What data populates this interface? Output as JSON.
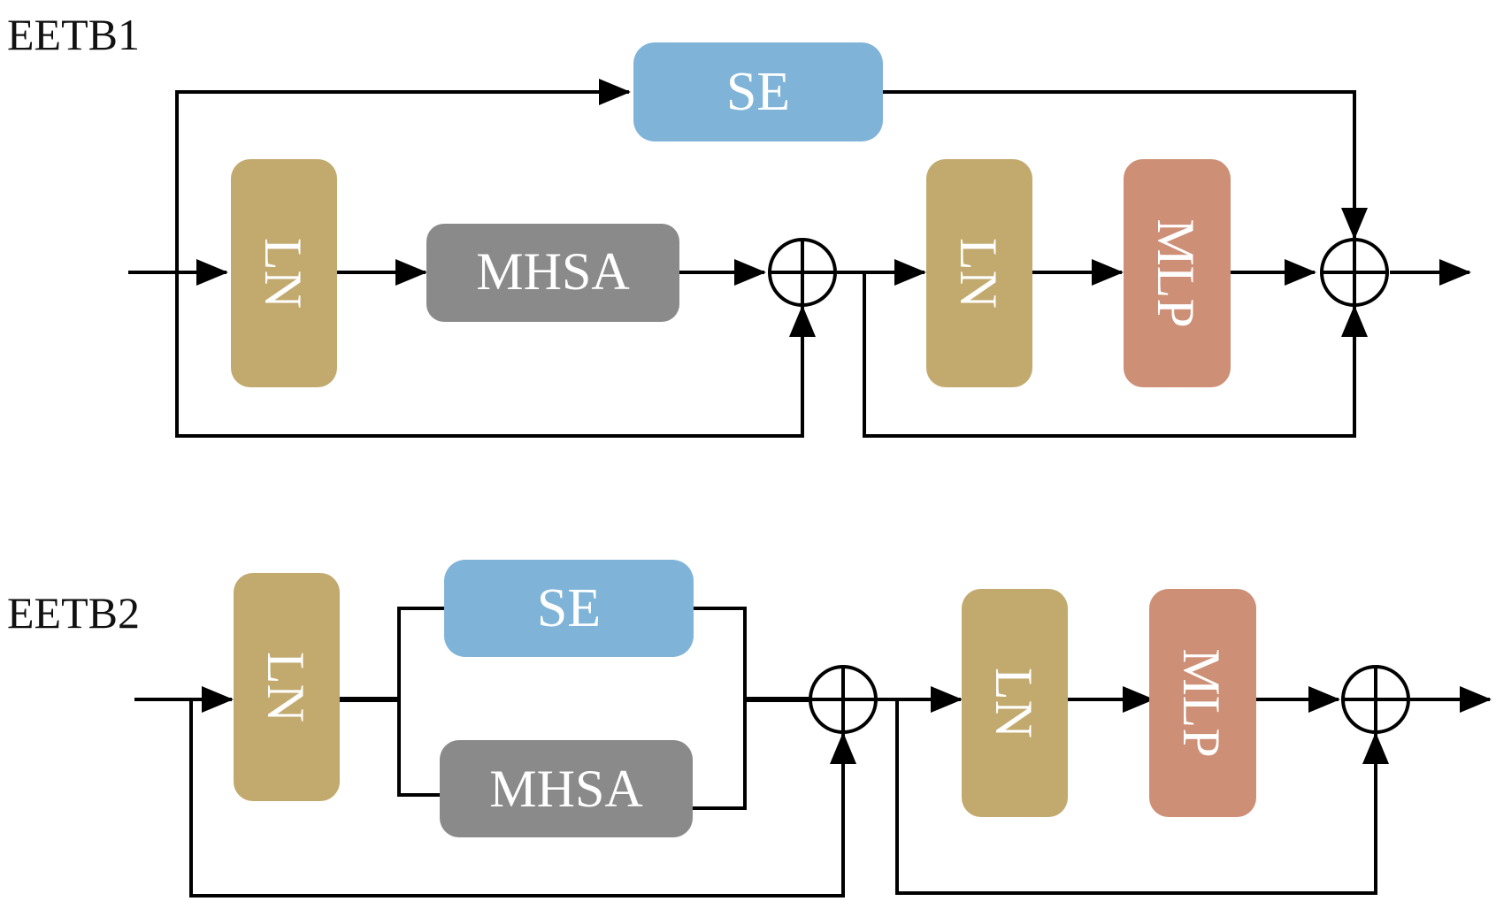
{
  "colors": {
    "ln": "#c2aa6f",
    "mhsa": "#8a8a8a",
    "se": "#7fb4d8",
    "mlp": "#cd8f75",
    "line": "#000000"
  },
  "eetb1": {
    "title": "EETB1",
    "se": "SE",
    "ln1": "LN",
    "mhsa": "MHSA",
    "ln2": "LN",
    "mlp": "MLP"
  },
  "eetb2": {
    "title": "EETB2",
    "ln1": "LN",
    "se": "SE",
    "mhsa": "MHSA",
    "ln2": "LN",
    "mlp": "MLP"
  }
}
